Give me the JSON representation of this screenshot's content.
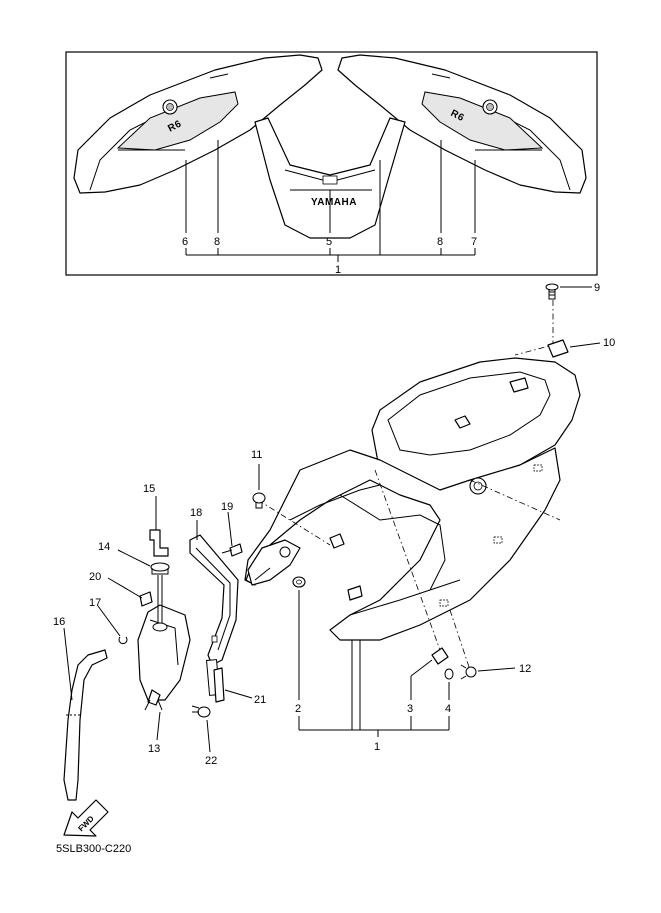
{
  "diagram": {
    "drawing_code": "5SLB300-C220",
    "fwd_label": "FWD",
    "logo_text": "YAMAHA",
    "callouts": {
      "c1_top": "1",
      "c5": "5",
      "c6": "6",
      "c7": "7",
      "c8_left": "8",
      "c8_right": "8",
      "c9": "9",
      "c10": "10",
      "c11": "11",
      "c12": "12",
      "c13": "13",
      "c14": "14",
      "c15": "15",
      "c16": "16",
      "c17": "17",
      "c18": "18",
      "c19": "19",
      "c20": "20",
      "c21": "21",
      "c22": "22",
      "c1_bottom": "1",
      "c2": "2",
      "c3": "3",
      "c4": "4"
    }
  }
}
